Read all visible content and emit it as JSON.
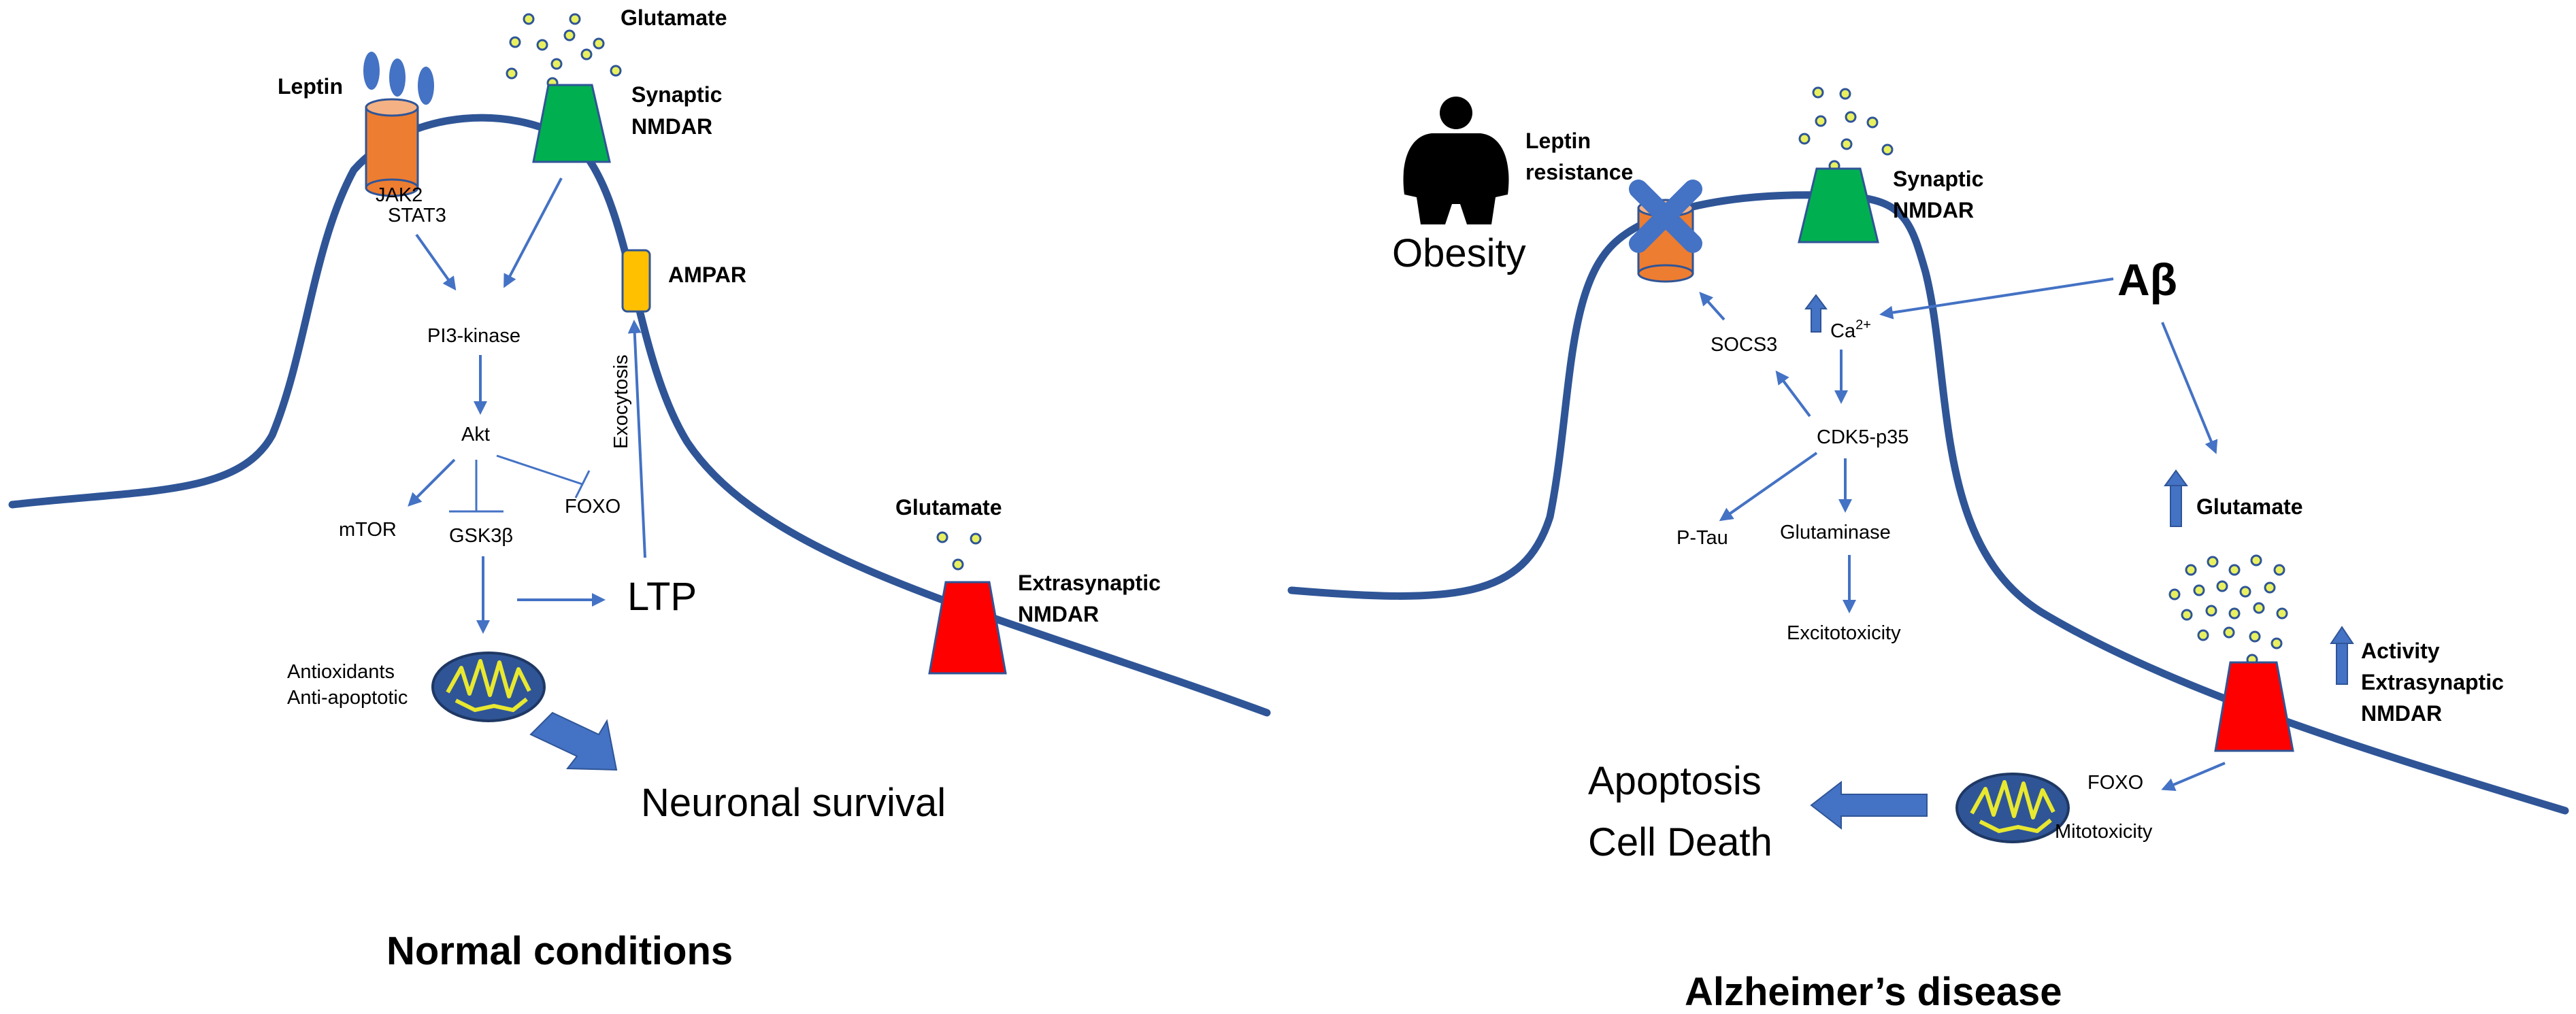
{
  "normal": {
    "leptin": "Leptin",
    "glutamate": "Glutamate",
    "synaptic_nmdar": [
      "Synaptic",
      "NMDAR"
    ],
    "jak2": "JAK2",
    "stat3": "STAT3",
    "ampar": "AMPAR",
    "pi3k": "PI3-kinase",
    "akt": "Akt",
    "mtor": "mTOR",
    "gsk3b": "GSK3β",
    "foxo": "FOXO",
    "exocytosis": "Exocytosis",
    "ltp": "LTP",
    "antioxidants": "Antioxidants",
    "anti_apoptotic": "Anti-apoptotic",
    "neuronal_survival": "Neuronal survival",
    "glutamate2": "Glutamate",
    "extrasynaptic_nmdar": [
      "Extrasynaptic",
      "NMDAR"
    ],
    "title": "Normal conditions"
  },
  "ad": {
    "leptin_resistance": [
      "Leptin",
      "resistance"
    ],
    "obesity": "Obesity",
    "synaptic_nmdar": [
      "Synaptic",
      "NMDAR"
    ],
    "abeta": "Aβ",
    "ca": "Ca",
    "ca_sup": "2+",
    "socs3": "SOCS3",
    "cdk5": "CDK5-p35",
    "ptau": "P-Tau",
    "glutaminase": "Glutaminase",
    "excitotoxicity": "Excitotoxicity",
    "glutamate": "Glutamate",
    "activity_nmdar": [
      "Activity",
      "Extrasynaptic",
      "NMDAR"
    ],
    "foxo": "FOXO",
    "mitotoxicity": "Mitotoxicity",
    "apoptosis": "Apoptosis",
    "cell_death": "Cell Death",
    "title": "Alzheimer’s disease"
  },
  "colors": {
    "membrane": "#2F5597",
    "arrow": "#4472C4",
    "leptin_receptor": "#ED7D31",
    "synaptic_nmdar": "#00B050",
    "extrasynaptic_nmdar": "#FF0000",
    "ampar": "#FFC000",
    "glutamate_dot": "#E8F060",
    "mitochondria": "#2F5597"
  }
}
